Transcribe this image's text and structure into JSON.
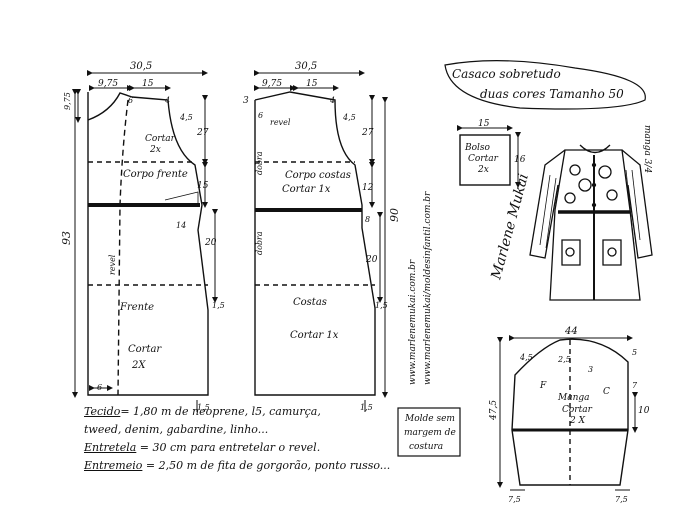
{
  "title": {
    "line1": "Casaco sobretudo",
    "line2": "duas cores Tamanho 50"
  },
  "front": {
    "width": "30,5",
    "top_a": "9,75",
    "top_b": "15",
    "side_left": "9,75",
    "neck": "6",
    "shoulder": "4",
    "armhole": "4,5",
    "m27": "27",
    "m15": "15",
    "m14": "14",
    "m20": "20",
    "m1_5": "1,5",
    "hem": "1,5",
    "total": "93",
    "bottom": "6",
    "cut_label": "Cortar",
    "cut_qty": "2x",
    "yoke": "Corpo frente",
    "fold": "revel",
    "name": "Frente",
    "cut2": "Cortar",
    "cut2_qty": "2X"
  },
  "back": {
    "width": "30,5",
    "top_a": "9,75",
    "top_b": "15",
    "left3": "3",
    "neck": "6",
    "shoulder": "4",
    "armhole": "4,5",
    "revel": "revel",
    "m27": "27",
    "m12": "12",
    "m8": "8",
    "m20": "20",
    "m1_5": "1,5",
    "hem": "1,5",
    "total": "90",
    "fold": "dobra",
    "yoke": "Corpo costas",
    "yoke_cut": "Cortar 1x",
    "name": "Costas",
    "cut": "Cortar 1x"
  },
  "url": {
    "a": "www.marlenemukai.com.br",
    "b": "www.marlenemukai/moldesinfantil.com.br"
  },
  "pocket": {
    "w": "15",
    "h": "16",
    "name": "Bolso",
    "cut": "Cortar",
    "qty": "2x"
  },
  "sleeve_note": "manga 3/4",
  "signature": "Marlene Mukai",
  "sleeve": {
    "width": "44",
    "a": "4,5",
    "b": "2,5",
    "c": "3",
    "d": "5",
    "e": "7",
    "left": "47,5",
    "right": "10",
    "f": "F",
    "back": "C",
    "name": "Manga",
    "cut": "Cortar",
    "qty": "2 X",
    "bl": "7,5",
    "br": "7,5"
  },
  "notes": {
    "l1a": "Tecido",
    "l1b": "= 1,80 m de neoprene, l5, camurça,",
    "l2": "tweed, denim, gabardine, linho...",
    "l3a": "Entretela",
    "l3b": " = 30 cm para entretelar o revel.",
    "l4a": "Entremeio",
    "l4b": " = 2,50 m de fita de gorgorão, ponto russo..."
  },
  "box": {
    "l1": "Molde sem",
    "l2": "margem de",
    "l3": "costura"
  }
}
